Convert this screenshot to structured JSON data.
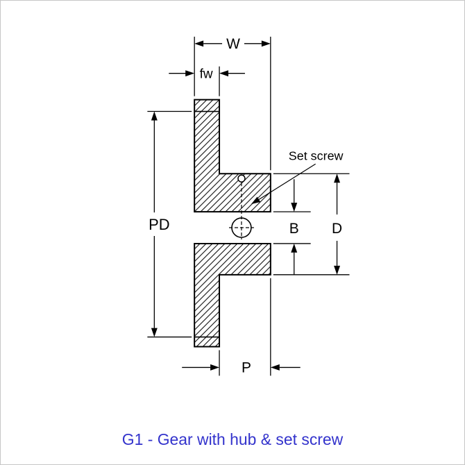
{
  "diagram": {
    "caption": "G1 - Gear with hub & set screw",
    "labels": {
      "overall_width": "W",
      "face_width": "fw",
      "pitch_diameter": "PD",
      "bore": "B",
      "hub_diameter": "D",
      "hub_projection": "P",
      "set_screw": "Set screw"
    },
    "colors": {
      "line": "#000000",
      "caption": "#3333cc",
      "background": "#ffffff"
    }
  }
}
